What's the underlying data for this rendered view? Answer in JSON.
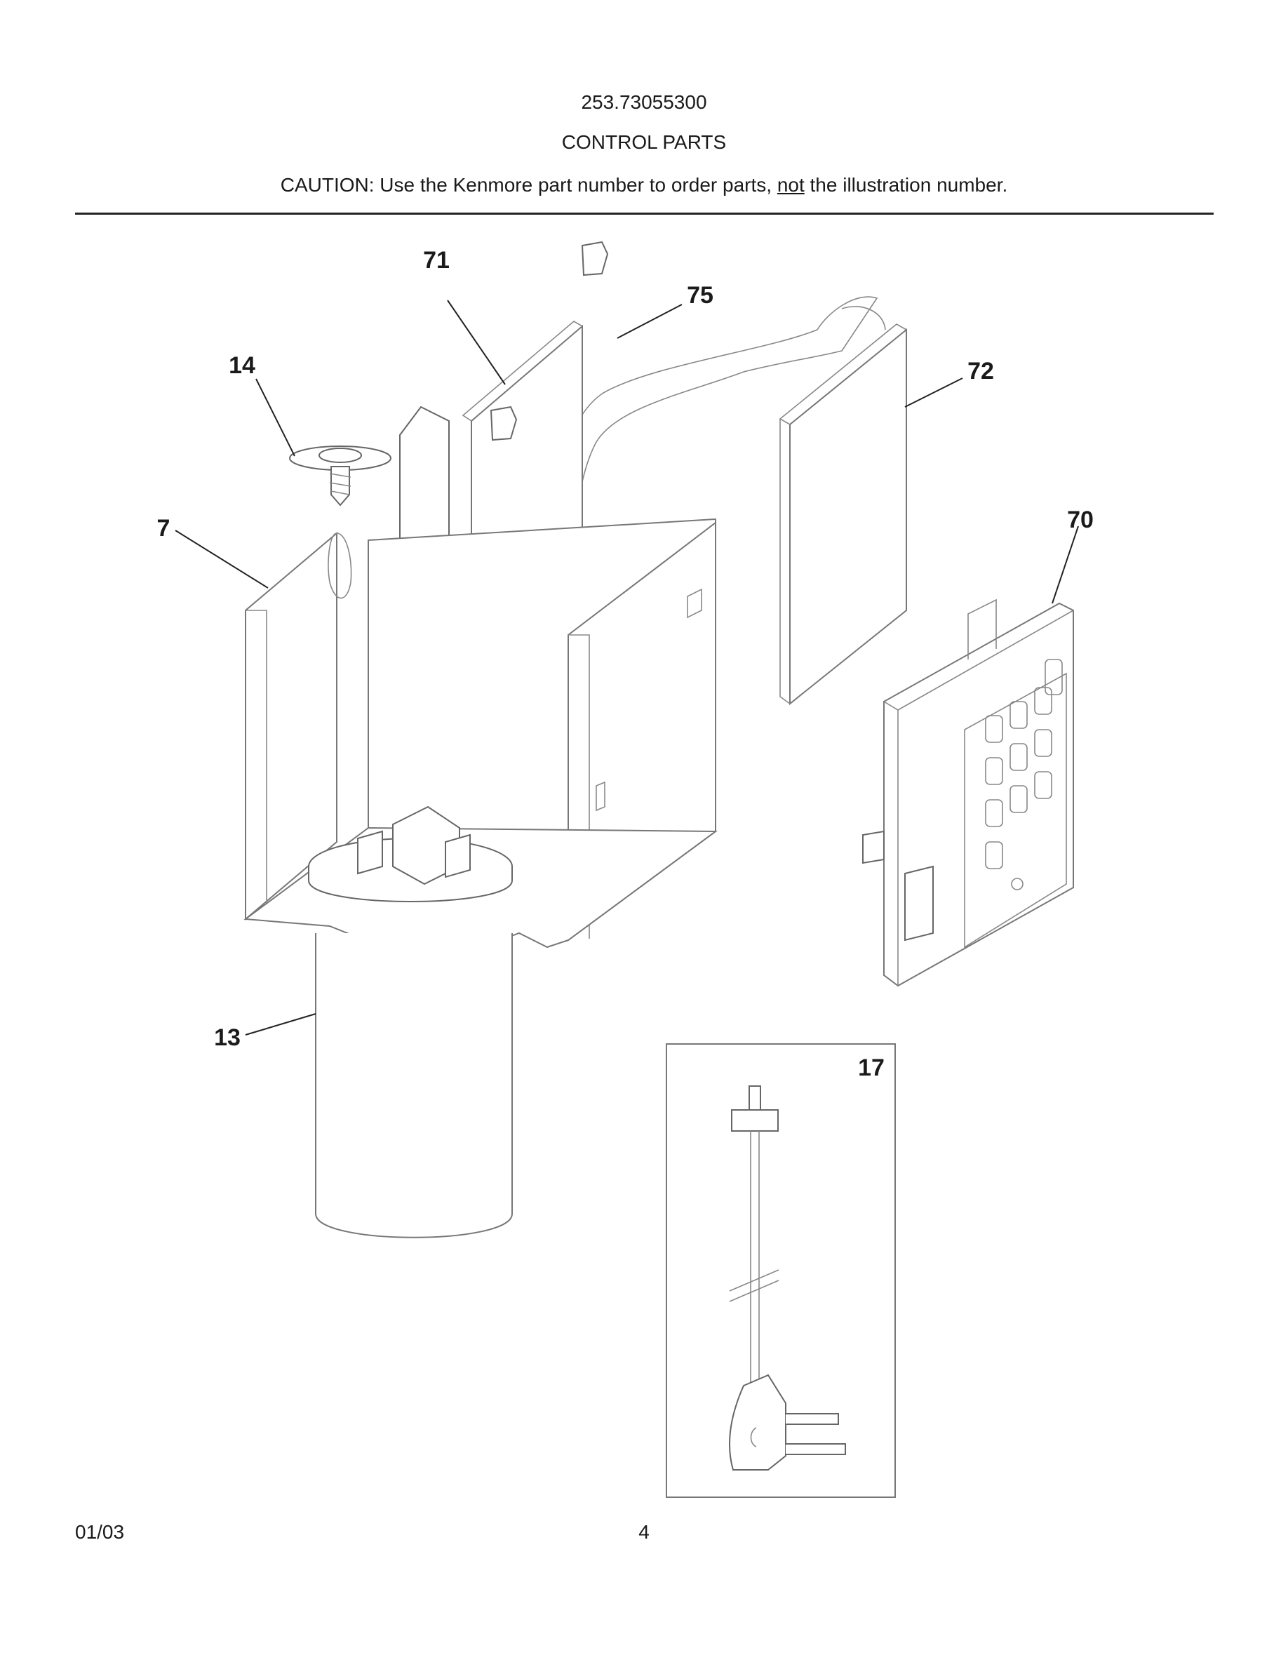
{
  "header": {
    "model_number": "253.73055300",
    "section_title": "CONTROL PARTS",
    "caution_prefix": "CAUTION: Use the Kenmore part number to order parts, ",
    "caution_emphasis": "not",
    "caution_suffix": " the illustration number."
  },
  "callouts": {
    "c71": "71",
    "c75": "75",
    "c14": "14",
    "c72": "72",
    "c7": "7",
    "c70": "70",
    "c13": "13",
    "c17": "17"
  },
  "footer": {
    "date": "01/03",
    "page": "4"
  }
}
